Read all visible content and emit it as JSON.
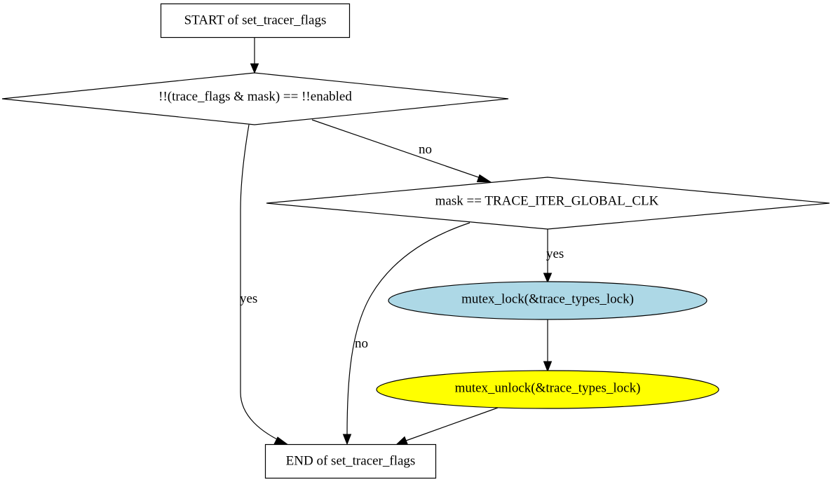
{
  "diagram": {
    "type": "flowchart",
    "nodes": {
      "start": {
        "label": "START of set_tracer_flags",
        "shape": "box",
        "fill": "#ffffff"
      },
      "cond1": {
        "label": "!!(trace_flags & mask) == !!enabled",
        "shape": "diamond",
        "fill": "#ffffff"
      },
      "cond2": {
        "label": "mask == TRACE_ITER_GLOBAL_CLK",
        "shape": "diamond",
        "fill": "#ffffff"
      },
      "lock": {
        "label": "mutex_lock(&trace_types_lock)",
        "shape": "ellipse",
        "fill": "#add8e6"
      },
      "unlock": {
        "label": "mutex_unlock(&trace_types_lock)",
        "shape": "ellipse",
        "fill": "#ffff00"
      },
      "end": {
        "label": "END of set_tracer_flags",
        "shape": "box",
        "fill": "#ffffff"
      }
    },
    "edges": [
      {
        "from": "start",
        "to": "cond1",
        "label": ""
      },
      {
        "from": "cond1",
        "to": "cond2",
        "label": "no"
      },
      {
        "from": "cond1",
        "to": "end",
        "label": "yes"
      },
      {
        "from": "cond2",
        "to": "lock",
        "label": "yes"
      },
      {
        "from": "cond2",
        "to": "end",
        "label": "no"
      },
      {
        "from": "lock",
        "to": "unlock",
        "label": ""
      },
      {
        "from": "unlock",
        "to": "end",
        "label": ""
      }
    ]
  }
}
